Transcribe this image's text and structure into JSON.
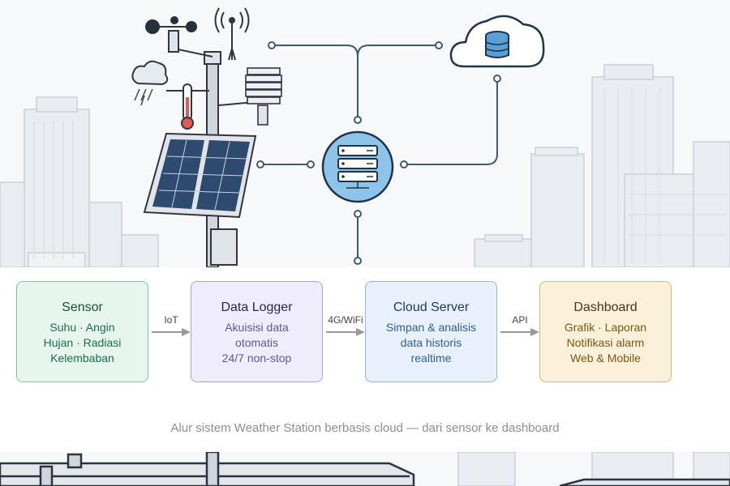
{
  "diagram": {
    "stages": [
      {
        "title": "Sensor",
        "lines": [
          "Suhu · Angin",
          "Hujan · Radiasi",
          "Kelembaban"
        ]
      },
      {
        "title": "Data Logger",
        "lines": [
          "Akuisisi data",
          "otomatis",
          "24/7 non-stop"
        ]
      },
      {
        "title": "Cloud Server",
        "lines": [
          "Simpan & analisis",
          "data historis",
          "realtime"
        ]
      },
      {
        "title": "Dashboard",
        "lines": [
          "Grafik · Laporan",
          "Notifikasi alarm",
          "Web & Mobile"
        ]
      }
    ],
    "connectors": [
      "IoT",
      "4G/WiFi",
      "API"
    ],
    "caption": "Alur sistem Weather Station berbasis cloud — dari sensor ke dashboard"
  },
  "colors": {
    "sensor_bg": "#e6f5ee",
    "sensor_border": "#7cc4a0",
    "sensor_title": "#1d4d3a",
    "sensor_text": "#1f6a4e",
    "logger_bg": "#efecfb",
    "logger_border": "#a7a0d8",
    "logger_title": "#2a2655",
    "logger_text": "#5d579e",
    "cloud_bg": "#e8f1fb",
    "cloud_border": "#8fb6df",
    "cloud_title": "#1b3a5c",
    "cloud_text": "#2e5f8f",
    "dash_bg": "#fbf0d9",
    "dash_border": "#d6b677",
    "dash_title": "#4a3510",
    "dash_text": "#7a5714",
    "hub_fill": "#8ec3ea",
    "line": "#3d5a73"
  }
}
